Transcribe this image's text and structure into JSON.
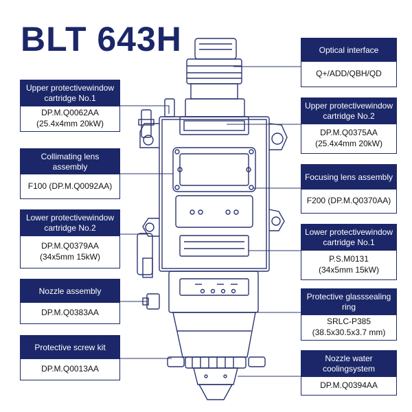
{
  "title": "BLT 643H",
  "callouts": {
    "optical_interface": {
      "label": "Optical interface",
      "value_lines": [
        "Q+/ADD/QBH/QD"
      ]
    },
    "upper_window_1": {
      "label_lines": [
        "Upper protective",
        "window cartridge No.1"
      ],
      "value_lines": [
        "DP.M.Q0062AA",
        "(25.4x4mm 20kW)"
      ]
    },
    "upper_window_2": {
      "label_lines": [
        "Upper protective",
        "window cartridge No.2"
      ],
      "value_lines": [
        "DP.M.Q0375AA",
        "(25.4x4mm 20kW)"
      ]
    },
    "collimating_lens": {
      "label": "Collimating lens assembly",
      "value_lines": [
        "F100 (DP.M.Q0092AA)"
      ]
    },
    "focusing_lens": {
      "label": "Focusing lens assembly",
      "value_lines": [
        "F200 (DP.M.Q0370AA)"
      ]
    },
    "lower_window_2": {
      "label_lines": [
        "Lower protective",
        "window cartridge No.2"
      ],
      "value_lines": [
        "DP.M.Q0379AA",
        "(34x5mm 15kW)"
      ]
    },
    "lower_window_1": {
      "label_lines": [
        "Lower protective",
        "window cartridge No.1"
      ],
      "value_lines": [
        "P.S.M0131",
        "(34x5mm 15kW)"
      ]
    },
    "nozzle_assembly": {
      "label": "Nozzle assembly",
      "value_lines": [
        "DP.M.Q0383AA"
      ]
    },
    "glass_sealing_ring": {
      "label_lines": [
        "Protective glass",
        "sealing ring"
      ],
      "value_lines": [
        "SRLC-P385",
        "(38.5x30.5x3.7 mm)"
      ]
    },
    "screw_kit": {
      "label": "Protective screw kit",
      "value_lines": [
        "DP.M.Q0013AA"
      ]
    },
    "nozzle_cooling": {
      "label_lines": [
        "Nozzle water cooling",
        "system"
      ],
      "value_lines": [
        "DP.M.Q0394AA"
      ]
    }
  },
  "colors": {
    "navy": "#1b2768",
    "line": "#2a3470"
  }
}
